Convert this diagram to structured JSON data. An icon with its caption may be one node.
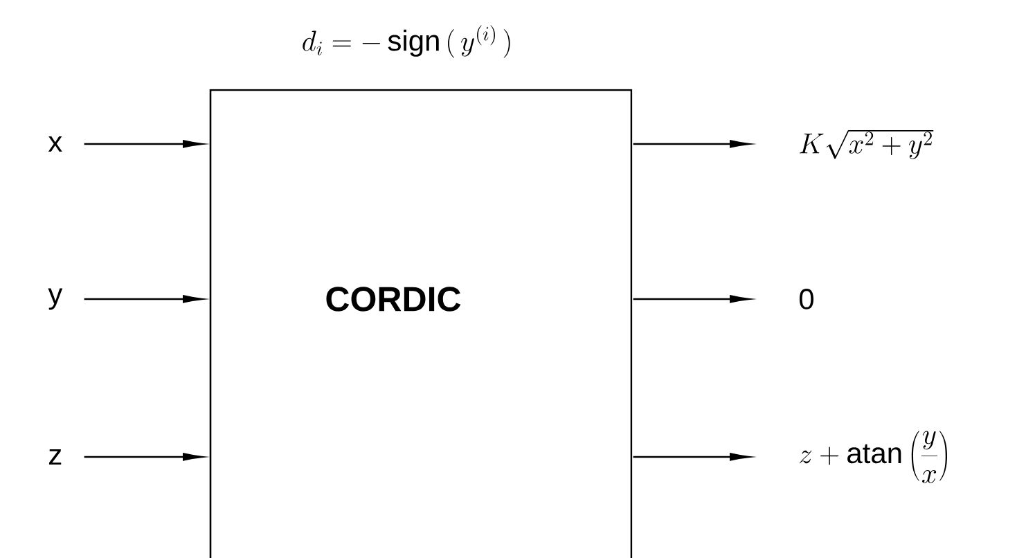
{
  "diagram": {
    "nodes": [
      {
        "text": [
          "d_i = -\\,\\mathrm{sign}\\,(\\,y^{(i)}\\,)",
          "CORDIC"
        ]
      },
      {
        "text": [
          "x"
        ]
      },
      {
        "text": [
          "y"
        ]
      },
      {
        "text": [
          "z"
        ]
      },
      {
        "text": [
          "K\\sqrt{x^2 + y^2}"
        ]
      },
      {
        "text": [
          "0"
        ]
      },
      {
        "text": [
          "z + \\mathrm{atan}\\left(\\frac{y}{x}\\right)"
        ]
      }
    ],
    "edges": [
      {
        "from": 1,
        "to": 0,
        "arrow": "to"
      },
      {
        "from": 2,
        "to": 0,
        "arrow": "to"
      },
      {
        "from": 3,
        "to": 0,
        "arrow": "to"
      },
      {
        "from": 0,
        "to": 4,
        "arrow": "to"
      },
      {
        "from": 0,
        "to": 5,
        "arrow": "to"
      },
      {
        "from": 0,
        "to": 6,
        "arrow": "to"
      }
    ]
  }
}
